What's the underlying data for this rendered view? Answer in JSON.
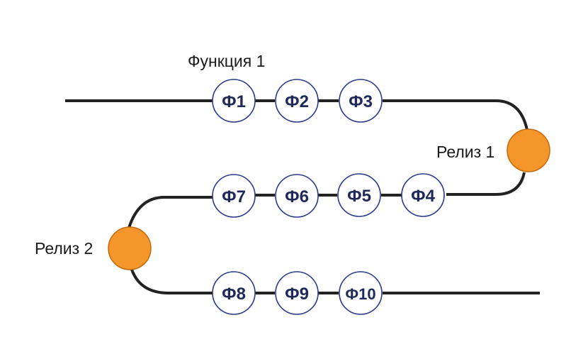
{
  "title": "Функция 1",
  "releases": [
    {
      "id": "r1",
      "label": "Релиз 1"
    },
    {
      "id": "r2",
      "label": "Релиз 2"
    }
  ],
  "rows": [
    {
      "id": "row1",
      "nodes": [
        "Ф1",
        "Ф2",
        "Ф3"
      ]
    },
    {
      "id": "row2",
      "nodes": [
        "Ф7",
        "Ф6",
        "Ф5",
        "Ф4"
      ]
    },
    {
      "id": "row3",
      "nodes": [
        "Ф8",
        "Ф9",
        "Ф10"
      ]
    }
  ],
  "colors": {
    "line": "#222222",
    "node_stroke": "#2b3a8c",
    "node_fill": "#ffffff",
    "release_fill": "#f4962a",
    "release_stroke": "#c46a10"
  }
}
